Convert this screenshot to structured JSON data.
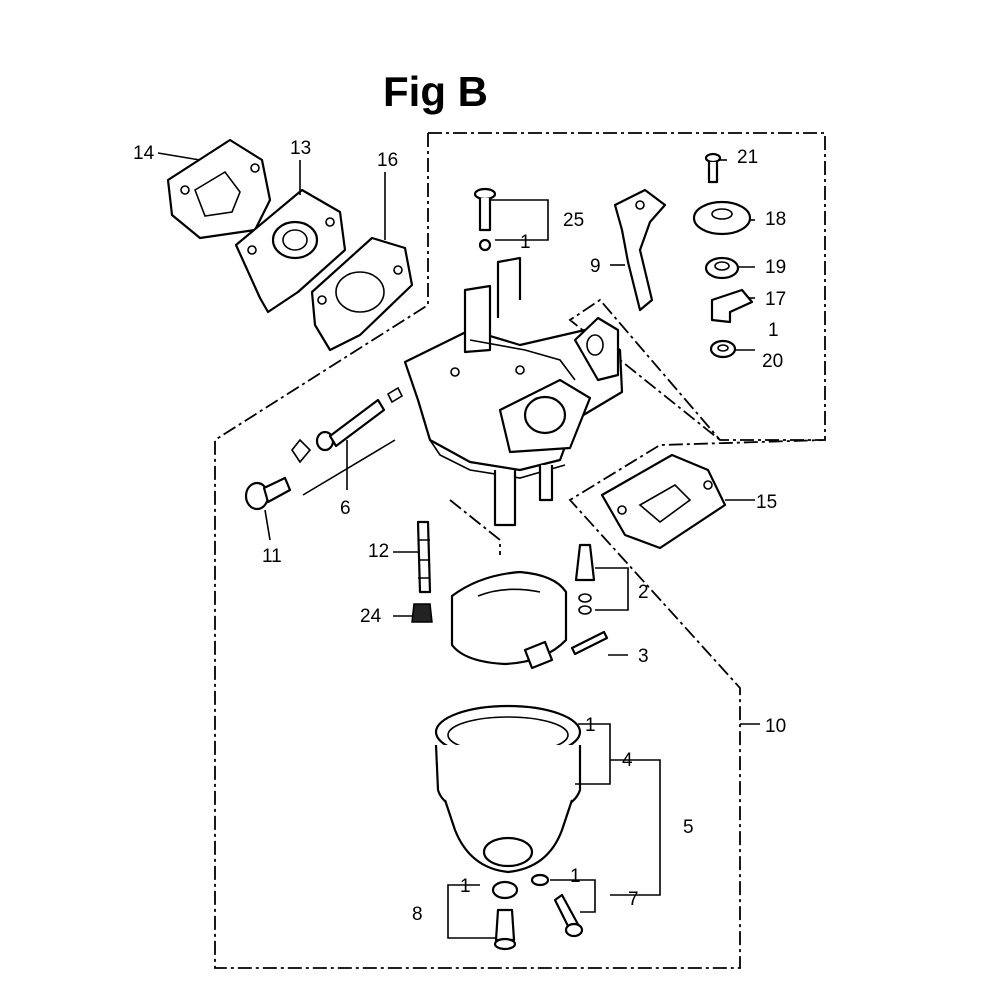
{
  "figure": {
    "title": "Fig B"
  },
  "callouts": {
    "c1a": "1",
    "c1b": "1",
    "c1c": "1",
    "c1d": "1",
    "c1e": "1",
    "c2": "2",
    "c3": "3",
    "c4": "4",
    "c5": "5",
    "c6": "6",
    "c7": "7",
    "c8": "8",
    "c9": "9",
    "c10": "10",
    "c11": "11",
    "c12": "12",
    "c13": "13",
    "c14": "14",
    "c15": "15",
    "c16": "16",
    "c17": "17",
    "c18": "18",
    "c19": "19",
    "c20": "20",
    "c21": "21",
    "c24": "24",
    "c25": "25"
  }
}
